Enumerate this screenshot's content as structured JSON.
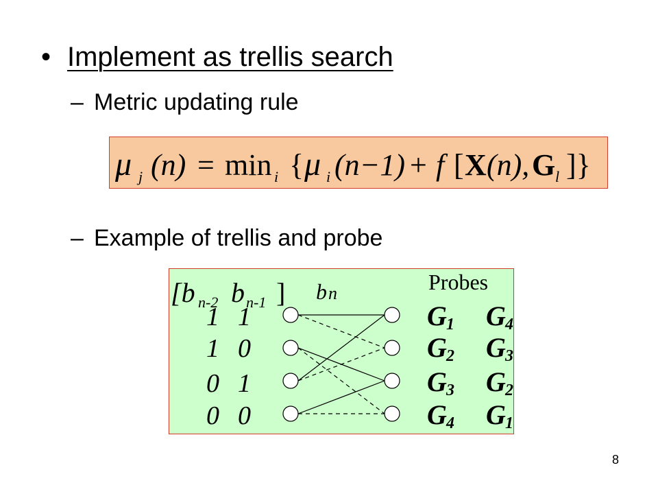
{
  "slide": {
    "bullet": "•",
    "title": "Implement as trellis search",
    "sub_dash": "–",
    "sub1": "Metric updating rule",
    "sub2": "Example of trellis and probe",
    "page_number": "8"
  },
  "formula": {
    "mu": "μ",
    "sub_j": "j",
    "n_arg": "(n)",
    "equals": "=",
    "min": "min",
    "sub_i": "i",
    "open_brace": "{",
    "mu2": "μ",
    "sub_i2": "i",
    "n_minus_1": "(n−1)",
    "plus": "+",
    "f": "f",
    "open_bracket": "[",
    "X": "X",
    "n_comma": "(n),",
    "G": "G",
    "sub_l": "l",
    "close": "]}"
  },
  "trellis": {
    "header_b": "[b",
    "header_sub1": "n-2",
    "header_b2": "b",
    "header_sub2": "n-1",
    "header_close": "]",
    "header_bn": "b",
    "header_bn_sub": "n",
    "probes_title": "Probes",
    "states": [
      {
        "b1": "1",
        "b2": "1"
      },
      {
        "b1": "1",
        "b2": "0"
      },
      {
        "b1": "0",
        "b2": "1"
      },
      {
        "b1": "0",
        "b2": "0"
      }
    ],
    "probes_col1": [
      {
        "G": "G",
        "sub": "1"
      },
      {
        "G": "G",
        "sub": "2"
      },
      {
        "G": "G",
        "sub": "3"
      },
      {
        "G": "G",
        "sub": "4"
      }
    ],
    "probes_col2": [
      {
        "G": "G",
        "sub": "4"
      },
      {
        "G": "G",
        "sub": "3"
      },
      {
        "G": "G",
        "sub": "2"
      },
      {
        "G": "G",
        "sub": "1"
      }
    ]
  }
}
